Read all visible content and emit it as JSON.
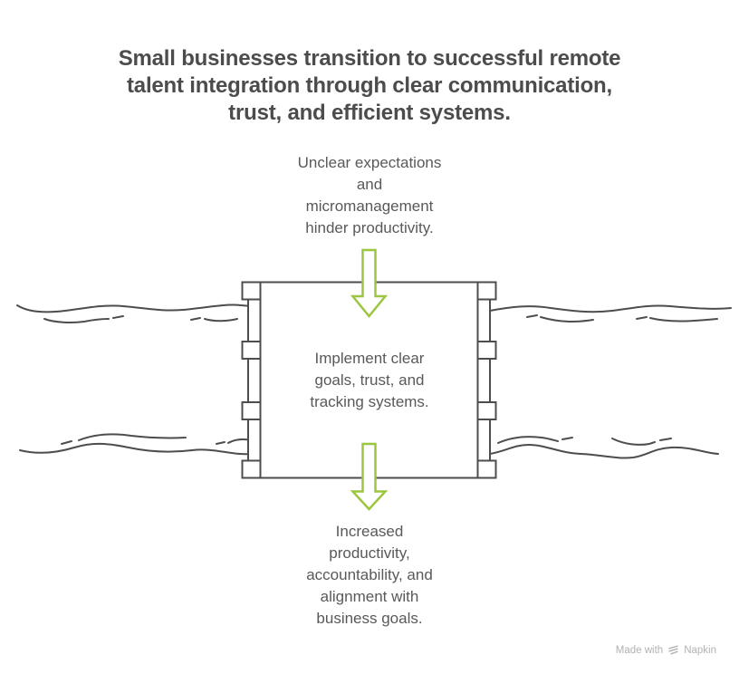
{
  "title": {
    "text": "Small businesses transition to successful remote talent integration through clear communication, trust, and efficient systems.",
    "lines": [
      "Small businesses transition to successful remote",
      "talent integration through clear communication,",
      "trust, and efficient systems."
    ]
  },
  "stages": {
    "problem": {
      "text": "Unclear expectations and micromanagement hinder productivity.",
      "lines": [
        "Unclear expectations",
        "and",
        "micromanagement",
        "hinder productivity."
      ]
    },
    "solution": {
      "text": "Implement clear goals, trust, and tracking systems.",
      "lines": [
        "Implement clear",
        "goals, trust, and",
        "tracking systems."
      ]
    },
    "outcome": {
      "text": "Increased productivity, accountability, and alignment with business goals.",
      "lines": [
        "Increased",
        "productivity,",
        "accountability, and",
        "alignment with",
        "business goals."
      ]
    }
  },
  "icons": {
    "arrow_top": "down-arrow-icon",
    "arrow_bottom": "down-arrow-icon",
    "napkin_logo": "napkin-logo-icon"
  },
  "colors": {
    "background": "#ffffff",
    "line": "#4d4d4d",
    "accent_green": "#9bc63f",
    "title_text": "#4c4c4c",
    "body_text": "#595959",
    "watermark_text": "#b2b2b2"
  },
  "watermark": {
    "prefix": "Made with",
    "brand": "Napkin"
  }
}
